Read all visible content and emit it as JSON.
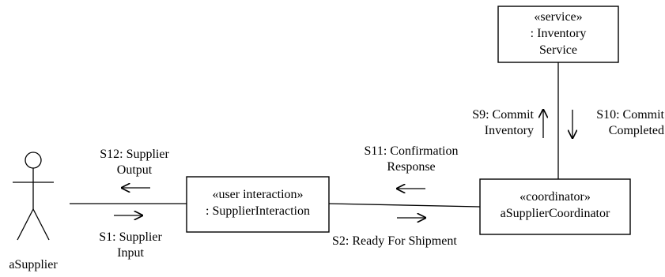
{
  "actor": {
    "name": "aSupplier"
  },
  "objects": {
    "supplier_interaction": {
      "stereotype": "«user interaction»",
      "name": ": SupplierInteraction"
    },
    "supplier_coordinator": {
      "stereotype": "«coordinator»",
      "name": "aSupplierCoordinator"
    },
    "inventory_service": {
      "stereotype": "«service»",
      "name_line1": ": Inventory",
      "name_line2": "Service"
    }
  },
  "messages": {
    "s1": {
      "line1": "S1: Supplier",
      "line2": "Input"
    },
    "s2": {
      "line1": "S2: Ready For Shipment"
    },
    "s9": {
      "line1": "S9: Commit",
      "line2": "Inventory"
    },
    "s10": {
      "line1": "S10: Commit",
      "line2": "Completed"
    },
    "s11": {
      "line1": "S11: Confirmation",
      "line2": "Response"
    },
    "s12": {
      "line1": "S12: Supplier",
      "line2": "Output"
    }
  }
}
